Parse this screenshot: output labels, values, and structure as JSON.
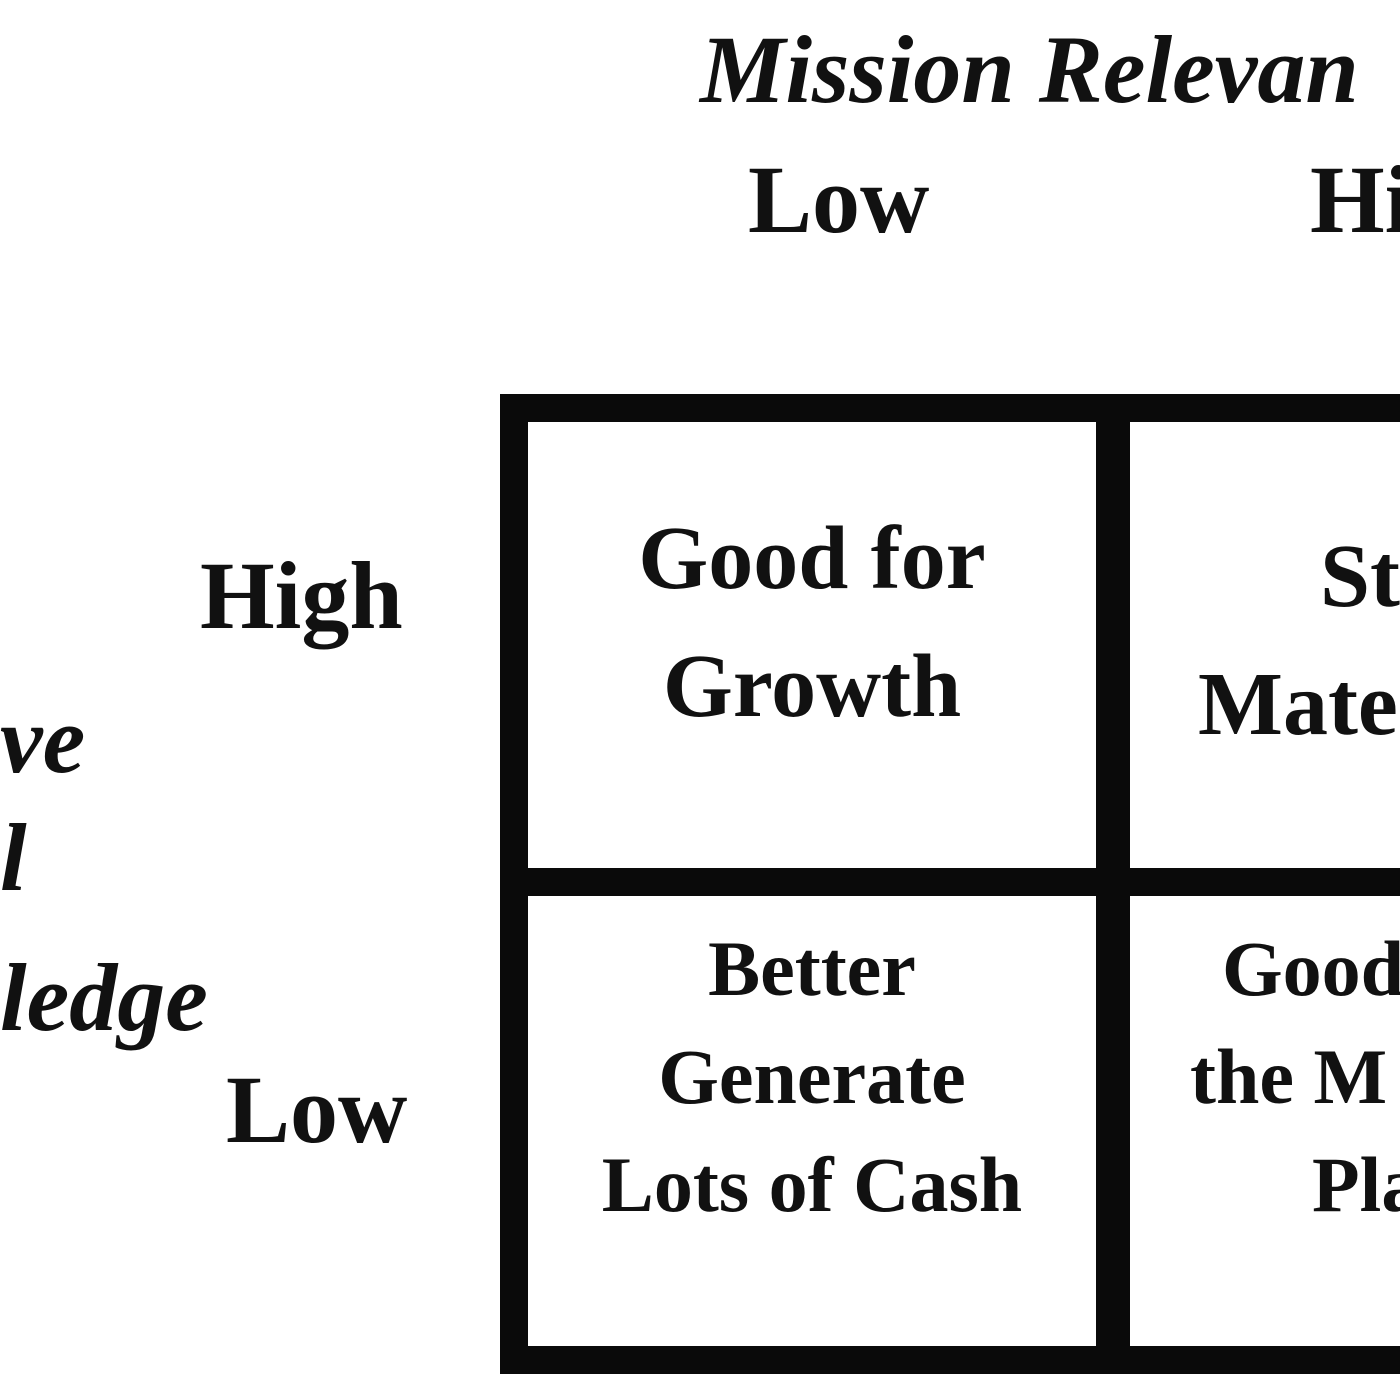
{
  "matrix": {
    "column_axis": {
      "title": "Mission Relevan",
      "low_label": "Low",
      "high_label": "Hi"
    },
    "row_axis": {
      "title_fragments": [
        "ve",
        "l",
        "ledge"
      ],
      "high_label": "High",
      "low_label": "Low"
    },
    "cells": {
      "top_left": [
        "Good for",
        "Growth"
      ],
      "top_right": [
        "St",
        "Mate"
      ],
      "bottom_left": [
        "Better",
        "Generate",
        "Lots of Cash"
      ],
      "bottom_right": [
        "Good",
        "the M",
        "Pla"
      ]
    }
  }
}
